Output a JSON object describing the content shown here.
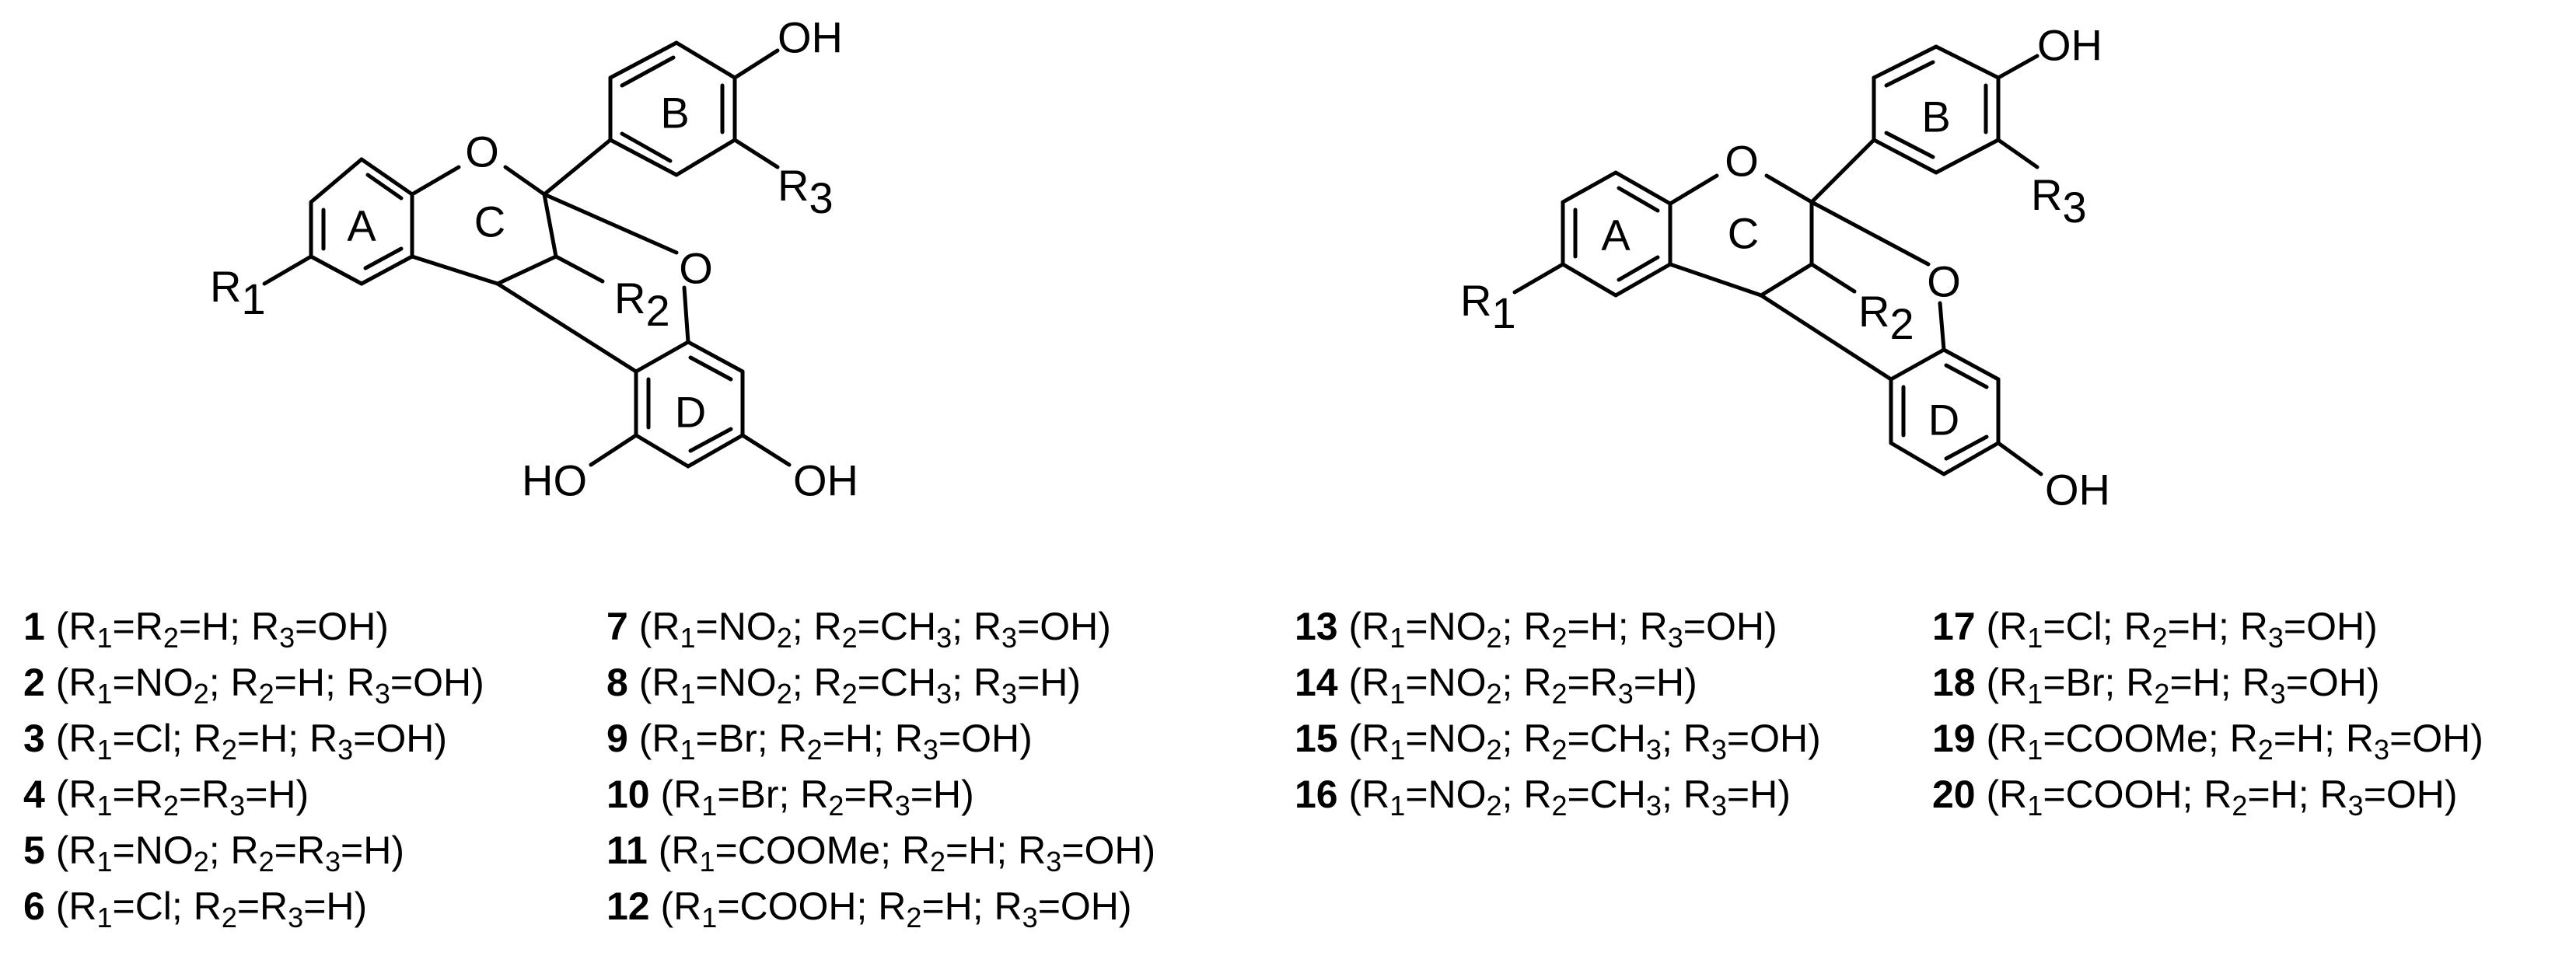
{
  "structures": [
    {
      "ring_labels": [
        "A",
        "B",
        "C",
        "D"
      ],
      "atoms": [
        "O",
        "O",
        "OH",
        "HO",
        "OH"
      ],
      "substituents": [
        {
          "sym": "R",
          "sub": "1"
        },
        {
          "sym": "R",
          "sub": "2"
        },
        {
          "sym": "R",
          "sub": "3"
        }
      ]
    },
    {
      "ring_labels": [
        "A",
        "B",
        "C",
        "D"
      ],
      "atoms": [
        "O",
        "O",
        "OH",
        "OH"
      ],
      "substituents": [
        {
          "sym": "R",
          "sub": "1"
        },
        {
          "sym": "R",
          "sub": "2"
        },
        {
          "sym": "R",
          "sub": "3"
        }
      ]
    }
  ],
  "compounds": [
    {
      "id": "1",
      "r1": "H",
      "r2": "H",
      "r3": "OH",
      "text": "(R1=R2=H; R3=OH)"
    },
    {
      "id": "2",
      "r1": "NO2",
      "r2": "H",
      "r3": "OH",
      "text": "(R1=NO2; R2=H; R3=OH)"
    },
    {
      "id": "3",
      "r1": "Cl",
      "r2": "H",
      "r3": "OH",
      "text": "(R1=Cl; R2=H; R3=OH)"
    },
    {
      "id": "4",
      "r1": "H",
      "r2": "H",
      "r3": "H",
      "text": "(R1=R2=R3=H)"
    },
    {
      "id": "5",
      "r1": "NO2",
      "r2": "H",
      "r3": "H",
      "text": "(R1=NO2; R2=R3=H)"
    },
    {
      "id": "6",
      "r1": "Cl",
      "r2": "H",
      "r3": "H",
      "text": "(R1=Cl; R2=R3=H)"
    },
    {
      "id": "7",
      "r1": "NO2",
      "r2": "CH3",
      "r3": "OH",
      "text": "(R1=NO2; R2=CH3; R3=OH)"
    },
    {
      "id": "8",
      "r1": "NO2",
      "r2": "CH3",
      "r3": "H",
      "text": "(R1=NO2; R2=CH3; R3=H)"
    },
    {
      "id": "9",
      "r1": "Br",
      "r2": "H",
      "r3": "OH",
      "text": "(R1=Br; R2=H; R3=OH)"
    },
    {
      "id": "10",
      "r1": "Br",
      "r2": "H",
      "r3": "H",
      "text": "(R1=Br; R2=R3=H)"
    },
    {
      "id": "11",
      "r1": "COOMe",
      "r2": "H",
      "r3": "OH",
      "text": "(R1=COOMe; R2=H; R3=OH)"
    },
    {
      "id": "12",
      "r1": "COOH",
      "r2": "H",
      "r3": "OH",
      "text": "(R1=COOH; R2=H; R3=OH)"
    },
    {
      "id": "13",
      "r1": "NO2",
      "r2": "H",
      "r3": "OH",
      "text": "(R1=NO2; R2=H; R3=OH)"
    },
    {
      "id": "14",
      "r1": "NO2",
      "r2": "H",
      "r3": "H",
      "text": "(R1=NO2; R2=R3=H)"
    },
    {
      "id": "15",
      "r1": "NO2",
      "r2": "CH3",
      "r3": "OH",
      "text": "(R1=NO2; R2=CH3; R3=OH)"
    },
    {
      "id": "16",
      "r1": "NO2",
      "r2": "CH3",
      "r3": "H",
      "text": "(R1=NO2; R2=CH3; R3=H)"
    },
    {
      "id": "17",
      "r1": "Cl",
      "r2": "H",
      "r3": "OH",
      "text": "(R1=Cl; R2=H; R3=OH)"
    },
    {
      "id": "18",
      "r1": "Br",
      "r2": "H",
      "r3": "OH",
      "text": "(R1=Br; R2=H; R3=OH)"
    },
    {
      "id": "19",
      "r1": "COOMe",
      "r2": "H",
      "r3": "OH",
      "text": "(R1=COOMe; R2=H; R3=OH)"
    },
    {
      "id": "20",
      "r1": "COOH",
      "r2": "H",
      "r3": "OH",
      "text": "(R1=COOH; R2=H; R3=OH)"
    }
  ]
}
